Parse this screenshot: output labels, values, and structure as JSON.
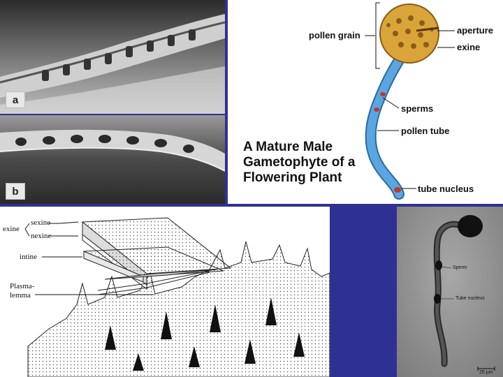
{
  "sem_images": {
    "a_label": "a",
    "b_label": "b"
  },
  "diagram": {
    "title_line1": "A Mature Male",
    "title_line2": "Gametophyte of a",
    "title_line3": "Flowering Plant",
    "labels": {
      "pollen_grain": "pollen grain",
      "aperture": "aperture",
      "exine": "exine",
      "sperms": "sperms",
      "pollen_tube": "pollen tube",
      "tube_nucleus": "tube nucleus"
    },
    "colors": {
      "grain": "#d9a53a",
      "tube": "#5aa6e0",
      "sperm": "#c0392b"
    }
  },
  "wall": {
    "labels": {
      "sexine": "sexine",
      "nexine": "nexine",
      "exine": "exine",
      "intine": "intine",
      "plasma_line1": "Plasma-",
      "plasma_line2": "lemma"
    }
  },
  "micrograph": {
    "labels": {
      "sperm": "Sperm",
      "tube_nucleus": "Tube nucleus",
      "scale": "25 µm"
    }
  }
}
